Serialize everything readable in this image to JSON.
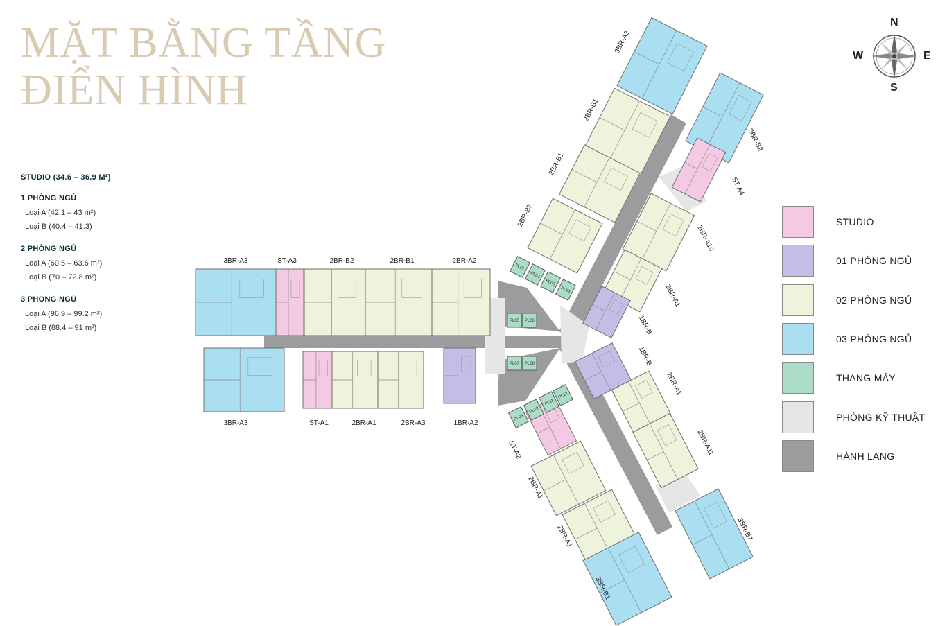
{
  "title": {
    "line1": "MẶT BẰNG TẦNG",
    "line2": "ĐIỂN HÌNH"
  },
  "unit_types": [
    {
      "heading": "STUDIO (34.6 – 36.9 M²)",
      "items": []
    },
    {
      "heading": "1 PHÒNG NGỦ",
      "items": [
        "Loại A (42.1 – 43 m²)",
        "Loại B (40.4 – 41.3)"
      ]
    },
    {
      "heading": "2 PHÒNG NGỦ",
      "items": [
        "Loại A (60.5 – 63.6 m²)",
        "Loại B (70 – 72.8 m²)"
      ]
    },
    {
      "heading": "3 PHÒNG NGỦ",
      "items": [
        "Loại A (96.9 – 99.2 m²)",
        "Loại B (88.4 – 91 m²)"
      ]
    }
  ],
  "color_legend": [
    {
      "label": "STUDIO",
      "color": "#f4c9e3"
    },
    {
      "label": "01 PHÒNG NGỦ",
      "color": "#c6bde6"
    },
    {
      "label": "02 PHÒNG NGỦ",
      "color": "#eef3dc"
    },
    {
      "label": "03 PHÒNG NGỦ",
      "color": "#a9dff0"
    },
    {
      "label": "THANG MÁY",
      "color": "#abdcc5"
    },
    {
      "label": "PHÒNG KỸ THUẬT",
      "color": "#e6e6e6"
    },
    {
      "label": "HÀNH LANG",
      "color": "#9c9c9e"
    }
  ],
  "compass": {
    "n": "N",
    "s": "S",
    "e": "E",
    "w": "W"
  },
  "unit_labels": {
    "w_top": [
      "3BR-A3",
      "ST-A3",
      "2BR-B2",
      "2BR-B1",
      "2BR-A2"
    ],
    "w_bottom": [
      "3BR-A3",
      "ST-A1",
      "2BR-A1",
      "2BR-A3",
      "1BR-A2"
    ],
    "ne": [
      "3BR-A2",
      "2BR-B1",
      "2BR-B1",
      "2BR-B7",
      "3BR-B2",
      "ST-A4",
      "2BR-A19",
      "2BR-A1",
      "1BR-B"
    ],
    "se": [
      "1BR-B",
      "2BR-A1",
      "2BR-A11",
      "ST-A2",
      "2BR-A1",
      "2BR-A1",
      "3BR-B7",
      "3BR-B1"
    ]
  },
  "elevator_labels": [
    "PL01",
    "PL02",
    "PL03",
    "PL04",
    "PL05",
    "PL06",
    "PL07",
    "PL08",
    "PL09",
    "PL10",
    "PL11",
    "PL12"
  ]
}
